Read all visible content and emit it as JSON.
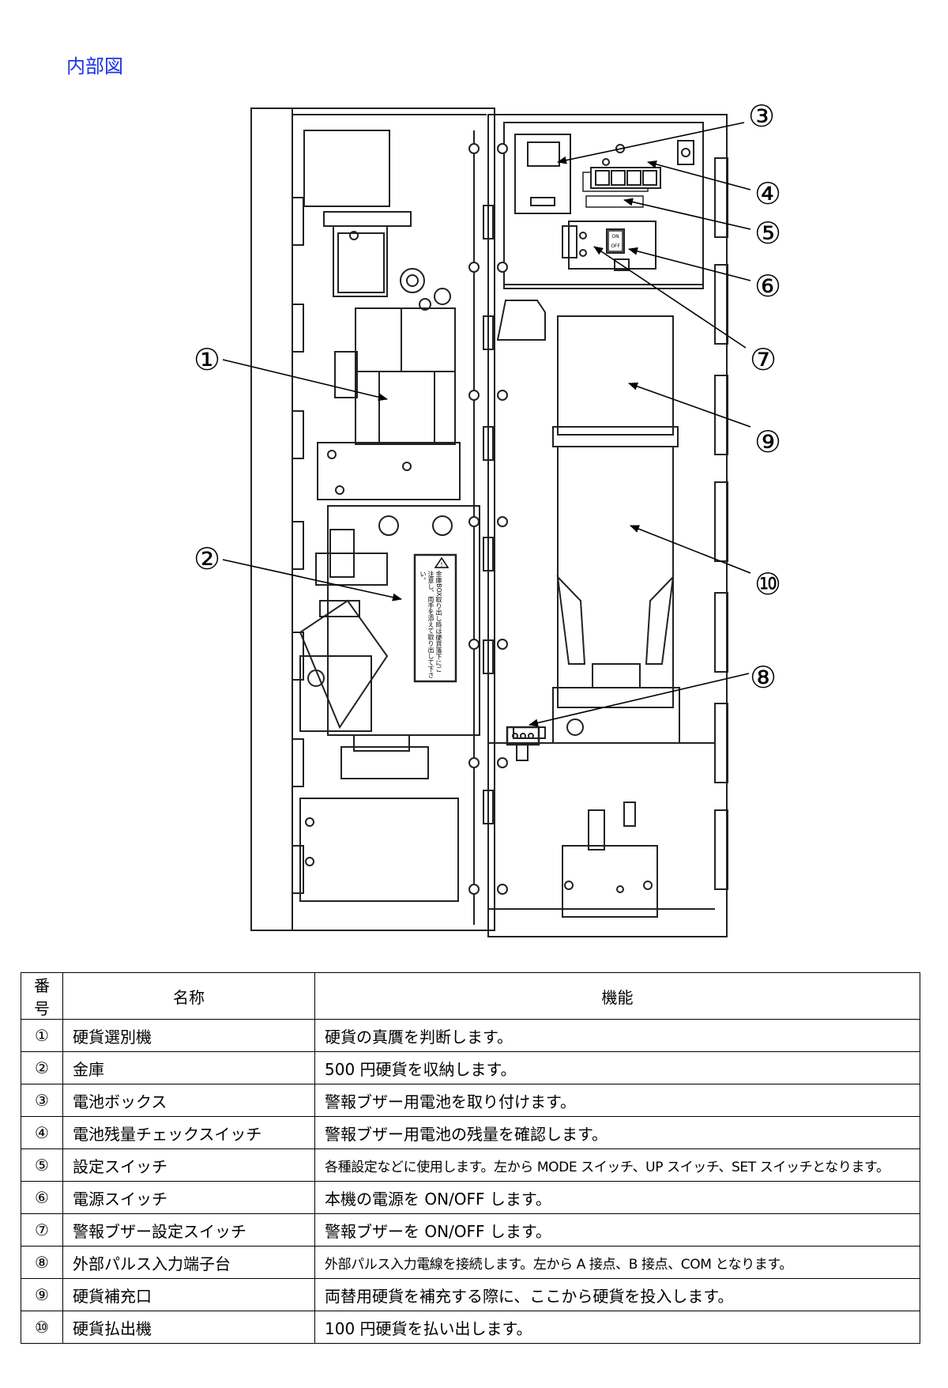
{
  "section_title": "内部図",
  "diagram": {
    "callouts": [
      "①",
      "②",
      "③",
      "④",
      "⑤",
      "⑥",
      "⑦",
      "⑧",
      "⑨",
      "⑩"
    ],
    "panel_labels": {
      "on": "ON",
      "off": "OFF"
    },
    "warning_label_text": "金庫BOX取り出し時は硬貨落下にご注意し、両手を添えて取り出して下さい。"
  },
  "table": {
    "headers": [
      "番号",
      "名称",
      "機能"
    ],
    "rows": [
      {
        "num": "①",
        "name": "硬貨選別機",
        "func": "硬貨の真贋を判断します。"
      },
      {
        "num": "②",
        "name": "金庫",
        "func": "500 円硬貨を収納します。"
      },
      {
        "num": "③",
        "name": "電池ボックス",
        "func": "警報ブザー用電池を取り付けます。"
      },
      {
        "num": "④",
        "name": "電池残量チェックスイッチ",
        "func": "警報ブザー用電池の残量を確認します。"
      },
      {
        "num": "⑤",
        "name": "設定スイッチ",
        "func": "各種設定などに使用します。左から MODE スイッチ、UP スイッチ、SET スイッチとなります。"
      },
      {
        "num": "⑥",
        "name": "電源スイッチ",
        "func": "本機の電源を ON/OFF します。"
      },
      {
        "num": "⑦",
        "name": "警報ブザー設定スイッチ",
        "func": "警報ブザーを ON/OFF します。"
      },
      {
        "num": "⑧",
        "name": "外部パルス入力端子台",
        "func": "外部パルス入力電線を接続します。左から A 接点、B 接点、COM となります。"
      },
      {
        "num": "⑨",
        "name": "硬貨補充口",
        "func": "両替用硬貨を補充する際に、ここから硬貨を投入します。"
      },
      {
        "num": "⑩",
        "name": "硬貨払出機",
        "func": "100 円硬貨を払い出します。"
      }
    ]
  }
}
